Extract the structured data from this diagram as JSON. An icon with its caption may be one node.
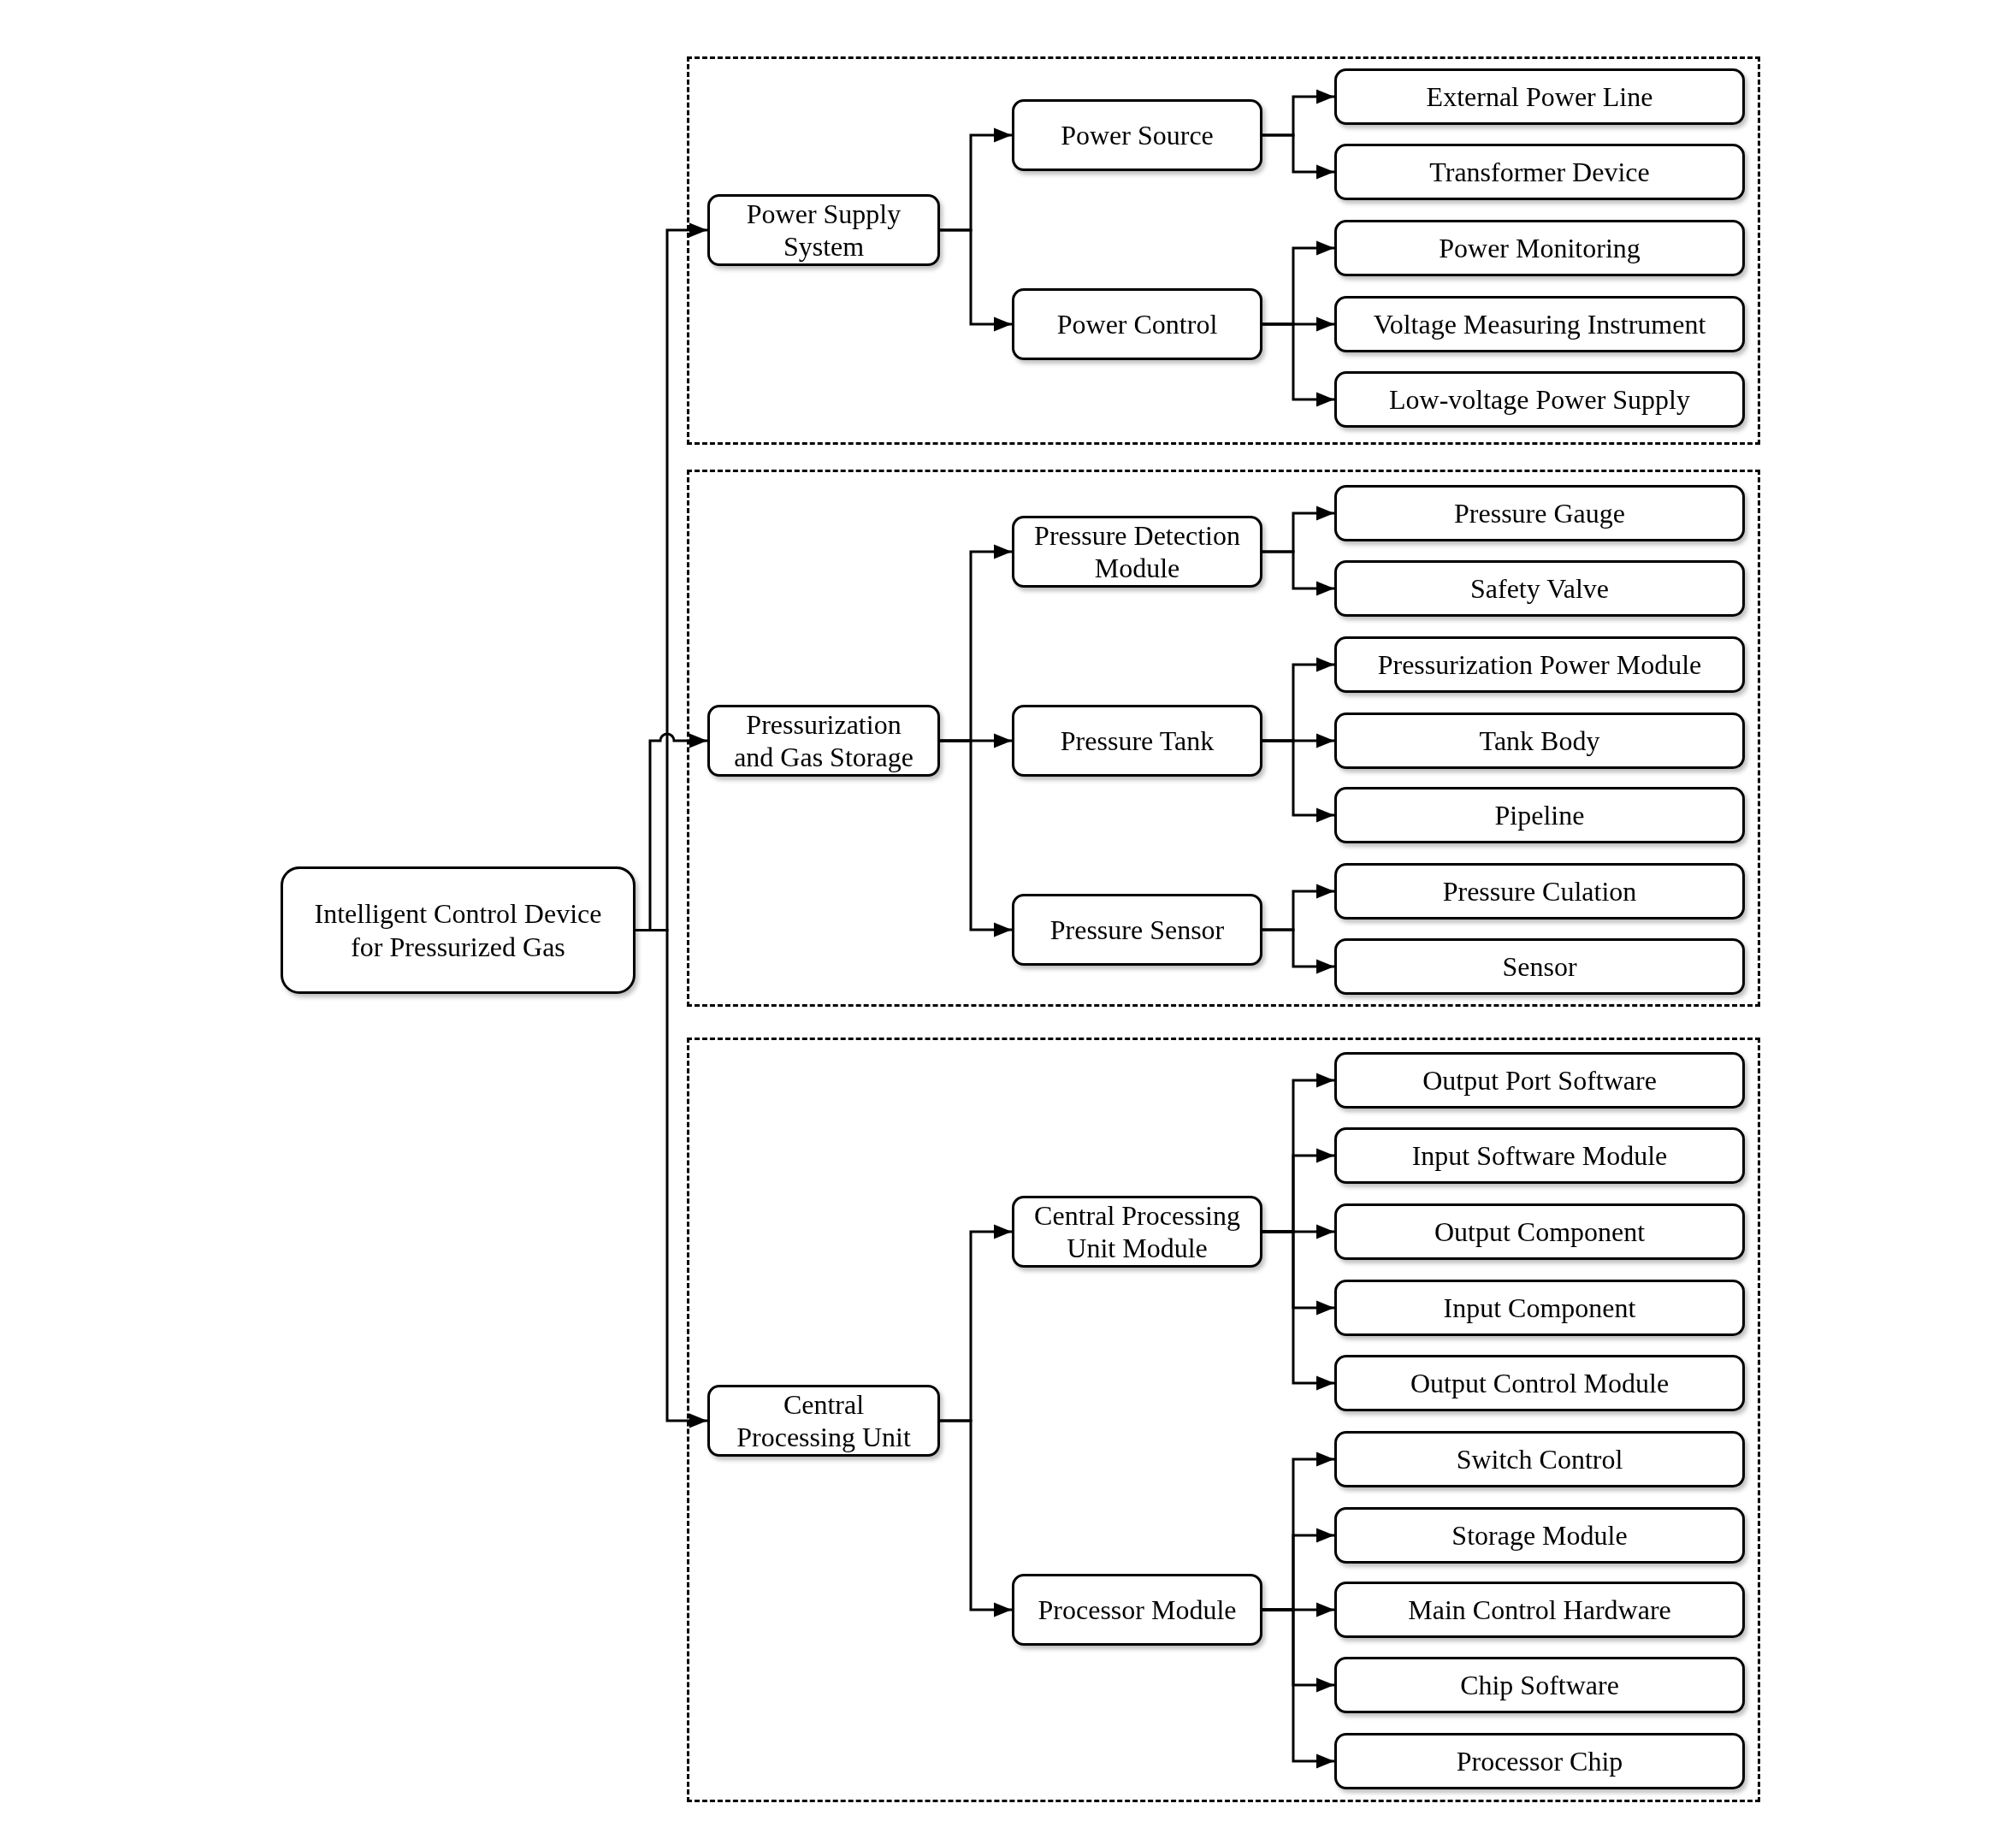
{
  "diagram": {
    "nodes": [
      {
        "text": [
          "Intelligent Control Device for Pressurized Gas"
        ]
      },
      {
        "text": [],
        "shape": "box"
      },
      {
        "text": [
          "Power Supply System"
        ],
        "in": 1
      },
      {
        "text": [
          "Power Source"
        ],
        "in": 1
      },
      {
        "text": [
          "External Power Line"
        ],
        "in": 1
      },
      {
        "text": [
          "Transformer Device"
        ],
        "in": 1
      },
      {
        "text": [
          "Power Control"
        ],
        "in": 1
      },
      {
        "text": [
          "Power Monitoring"
        ],
        "in": 1
      },
      {
        "text": [
          "Voltage Measuring Instrument"
        ],
        "in": 1
      },
      {
        "text": [
          "Low-voltage Power Supply"
        ],
        "in": 1
      },
      {
        "text": [],
        "shape": "box"
      },
      {
        "text": [
          "Pressurization and Gas Storage"
        ],
        "in": 10
      },
      {
        "text": [
          "Pressure Detection Module"
        ],
        "in": 10
      },
      {
        "text": [
          "Pressure Gauge"
        ],
        "in": 10
      },
      {
        "text": [
          "Safety Valve"
        ],
        "in": 10
      },
      {
        "text": [
          "Pressure Tank"
        ],
        "in": 10
      },
      {
        "text": [
          "Pressurization Power Module"
        ],
        "in": 10
      },
      {
        "text": [
          "Tank Body"
        ],
        "in": 10
      },
      {
        "text": [
          "Pipeline"
        ],
        "in": 10
      },
      {
        "text": [
          "Pressure Sensor"
        ],
        "in": 10
      },
      {
        "text": [
          "Pressure Culation"
        ],
        "in": 10
      },
      {
        "text": [
          "Sensor"
        ],
        "in": 10
      },
      {
        "text": [],
        "shape": "box"
      },
      {
        "text": [
          "Central Processing Unit"
        ],
        "in": 22
      },
      {
        "text": [
          "Central Processing Unit Module"
        ],
        "in": 22
      },
      {
        "text": [
          "Output Port Software"
        ],
        "in": 22
      },
      {
        "text": [
          "Input Software Module"
        ],
        "in": 22
      },
      {
        "text": [
          "Output Component"
        ],
        "in": 22
      },
      {
        "text": [
          "Input Component"
        ],
        "in": 22
      },
      {
        "text": [
          "Output Control Module"
        ],
        "in": 22
      },
      {
        "text": [
          "Processor Module"
        ],
        "in": 22
      },
      {
        "text": [
          "Switch Control"
        ],
        "in": 22
      },
      {
        "text": [
          "Storage Module"
        ],
        "in": 22
      },
      {
        "text": [
          "Main Control Hardware"
        ],
        "in": 22
      },
      {
        "text": [
          "Chip Software"
        ],
        "in": 22
      },
      {
        "text": [
          "Processor Chip"
        ],
        "in": 22
      }
    ],
    "edges": [
      {
        "from": 0,
        "to": 2,
        "arrow": "to"
      },
      {
        "from": 0,
        "to": 11,
        "arrow": "to"
      },
      {
        "from": 0,
        "to": 23,
        "arrow": "to"
      },
      {
        "from": 2,
        "to": 3,
        "arrow": "to"
      },
      {
        "from": 2,
        "to": 6,
        "arrow": "to"
      },
      {
        "from": 3,
        "to": 4,
        "arrow": "to"
      },
      {
        "from": 3,
        "to": 5,
        "arrow": "to"
      },
      {
        "from": 6,
        "to": 7,
        "arrow": "to"
      },
      {
        "from": 6,
        "to": 8,
        "arrow": "to"
      },
      {
        "from": 6,
        "to": 9,
        "arrow": "to"
      },
      {
        "from": 11,
        "to": 12,
        "arrow": "to"
      },
      {
        "from": 11,
        "to": 15,
        "arrow": "to"
      },
      {
        "from": 11,
        "to": 19,
        "arrow": "to"
      },
      {
        "from": 12,
        "to": 13,
        "arrow": "to"
      },
      {
        "from": 12,
        "to": 14,
        "arrow": "to"
      },
      {
        "from": 15,
        "to": 16,
        "arrow": "to"
      },
      {
        "from": 15,
        "to": 17,
        "arrow": "to"
      },
      {
        "from": 15,
        "to": 18,
        "arrow": "to"
      },
      {
        "from": 19,
        "to": 20,
        "arrow": "to"
      },
      {
        "from": 19,
        "to": 21,
        "arrow": "to"
      },
      {
        "from": 23,
        "to": 24,
        "arrow": "to"
      },
      {
        "from": 23,
        "to": 30,
        "arrow": "to"
      },
      {
        "from": 24,
        "to": 25,
        "arrow": "to"
      },
      {
        "from": 24,
        "to": 26,
        "arrow": "to"
      },
      {
        "from": 24,
        "to": 27,
        "arrow": "to"
      },
      {
        "from": 24,
        "to": 28,
        "arrow": "to"
      },
      {
        "from": 24,
        "to": 29,
        "arrow": "to"
      },
      {
        "from": 30,
        "to": 31,
        "arrow": "to"
      },
      {
        "from": 30,
        "to": 32,
        "arrow": "to"
      },
      {
        "from": 30,
        "to": 33,
        "arrow": "to"
      },
      {
        "from": 30,
        "to": 34,
        "arrow": "to"
      },
      {
        "from": 30,
        "to": 35,
        "arrow": "to"
      }
    ]
  }
}
